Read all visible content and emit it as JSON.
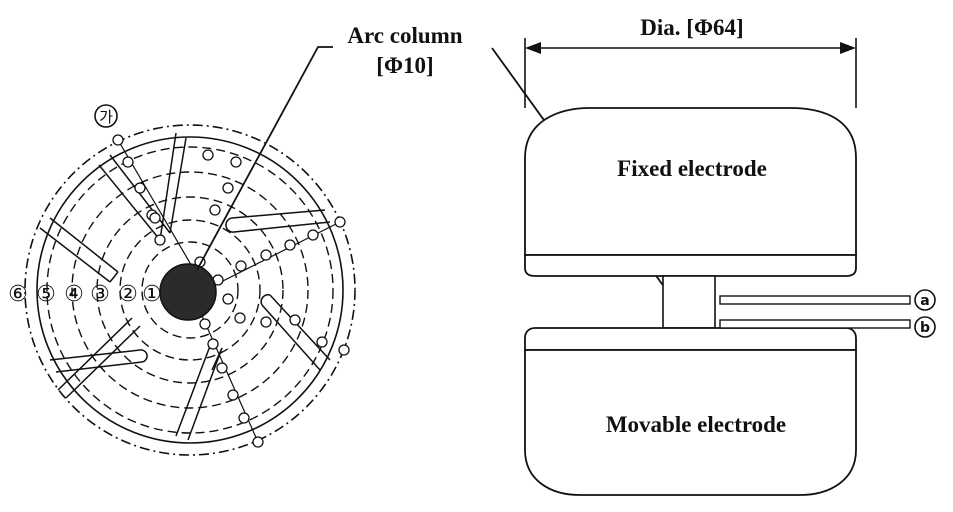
{
  "labels": {
    "arc_column_line1": "Arc column",
    "arc_column_line2": "[Φ10]",
    "diameter": "Dia. [Φ64]",
    "fixed_electrode": "Fixed electrode",
    "movable_electrode": "Movable electrode",
    "point_a": "a",
    "point_b": "b",
    "marker_ga": "가"
  },
  "ring_markers": [
    "⑥",
    "⑤",
    "④",
    "③",
    "②",
    "①"
  ],
  "colors": {
    "ink": "#111111",
    "arc_column_fill": "#2b2b2b",
    "background": "#ffffff"
  }
}
